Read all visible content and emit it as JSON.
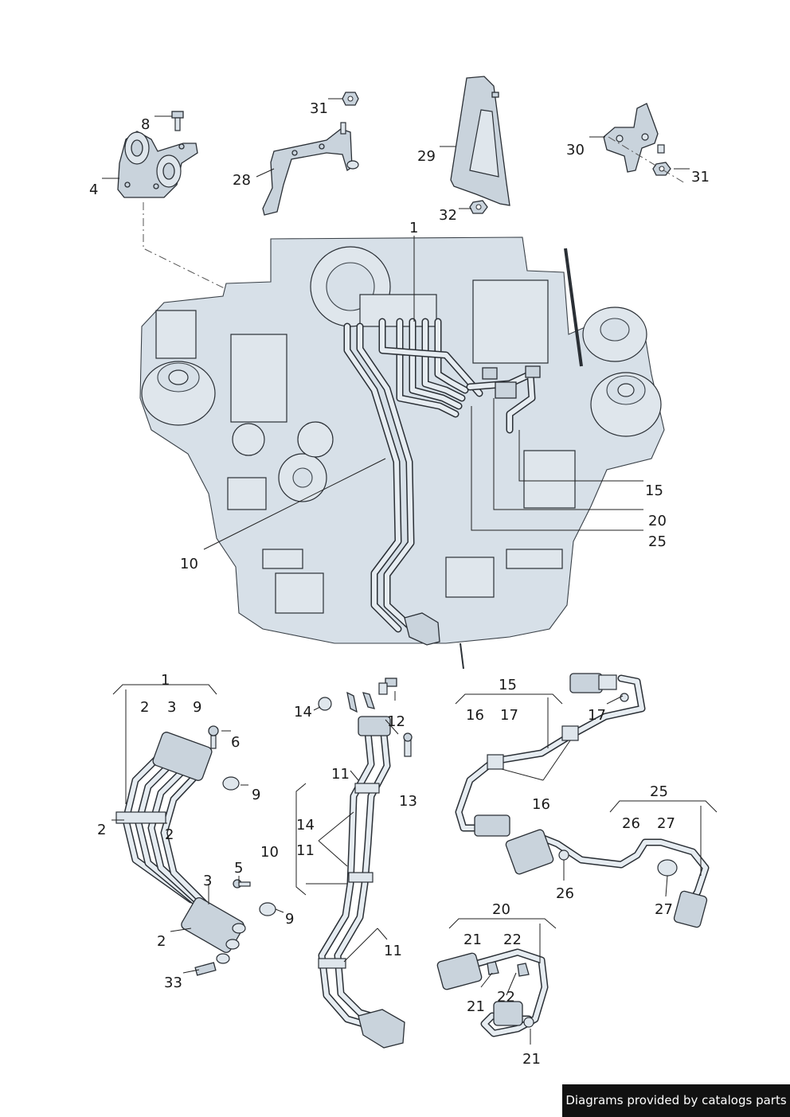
{
  "credit": "Diagrams provided by catalogs parts",
  "callouts": [
    {
      "id": "c4",
      "text": "4"
    },
    {
      "id": "c8",
      "text": "8"
    },
    {
      "id": "c31a",
      "text": "31"
    },
    {
      "id": "c28",
      "text": "28"
    },
    {
      "id": "c29",
      "text": "29"
    },
    {
      "id": "c32",
      "text": "32"
    },
    {
      "id": "c30",
      "text": "30"
    },
    {
      "id": "c31b",
      "text": "31"
    },
    {
      "id": "c1top",
      "text": "1"
    },
    {
      "id": "c15r",
      "text": "15"
    },
    {
      "id": "c20r",
      "text": "20"
    },
    {
      "id": "c25r",
      "text": "25"
    },
    {
      "id": "c10top",
      "text": "10"
    },
    {
      "id": "c1grp",
      "text": "1"
    },
    {
      "id": "c2h",
      "text": "2"
    },
    {
      "id": "c3h",
      "text": "3"
    },
    {
      "id": "c9h",
      "text": "9"
    },
    {
      "id": "c6",
      "text": "6"
    },
    {
      "id": "c9a",
      "text": "9"
    },
    {
      "id": "c2a",
      "text": "2"
    },
    {
      "id": "c2b",
      "text": "2"
    },
    {
      "id": "c5",
      "text": "5"
    },
    {
      "id": "c3",
      "text": "3"
    },
    {
      "id": "c9b",
      "text": "9"
    },
    {
      "id": "c2c",
      "text": "2"
    },
    {
      "id": "c33",
      "text": "33"
    },
    {
      "id": "c14a",
      "text": "14"
    },
    {
      "id": "c12",
      "text": "12"
    },
    {
      "id": "c13",
      "text": "13"
    },
    {
      "id": "c11a",
      "text": "11"
    },
    {
      "id": "c14b",
      "text": "14"
    },
    {
      "id": "c10",
      "text": "10"
    },
    {
      "id": "c11b",
      "text": "11"
    },
    {
      "id": "c11c",
      "text": "11"
    },
    {
      "id": "c15grp",
      "text": "15"
    },
    {
      "id": "c16h",
      "text": "16"
    },
    {
      "id": "c17h",
      "text": "17"
    },
    {
      "id": "c17",
      "text": "17"
    },
    {
      "id": "c16",
      "text": "16"
    },
    {
      "id": "c25grp",
      "text": "25"
    },
    {
      "id": "c26h",
      "text": "26"
    },
    {
      "id": "c27h",
      "text": "27"
    },
    {
      "id": "c26",
      "text": "26"
    },
    {
      "id": "c27",
      "text": "27"
    },
    {
      "id": "c20grp",
      "text": "20"
    },
    {
      "id": "c21h",
      "text": "21"
    },
    {
      "id": "c22h",
      "text": "22"
    },
    {
      "id": "c22",
      "text": "22"
    },
    {
      "id": "c21a",
      "text": "21"
    },
    {
      "id": "c21b",
      "text": "21"
    }
  ]
}
